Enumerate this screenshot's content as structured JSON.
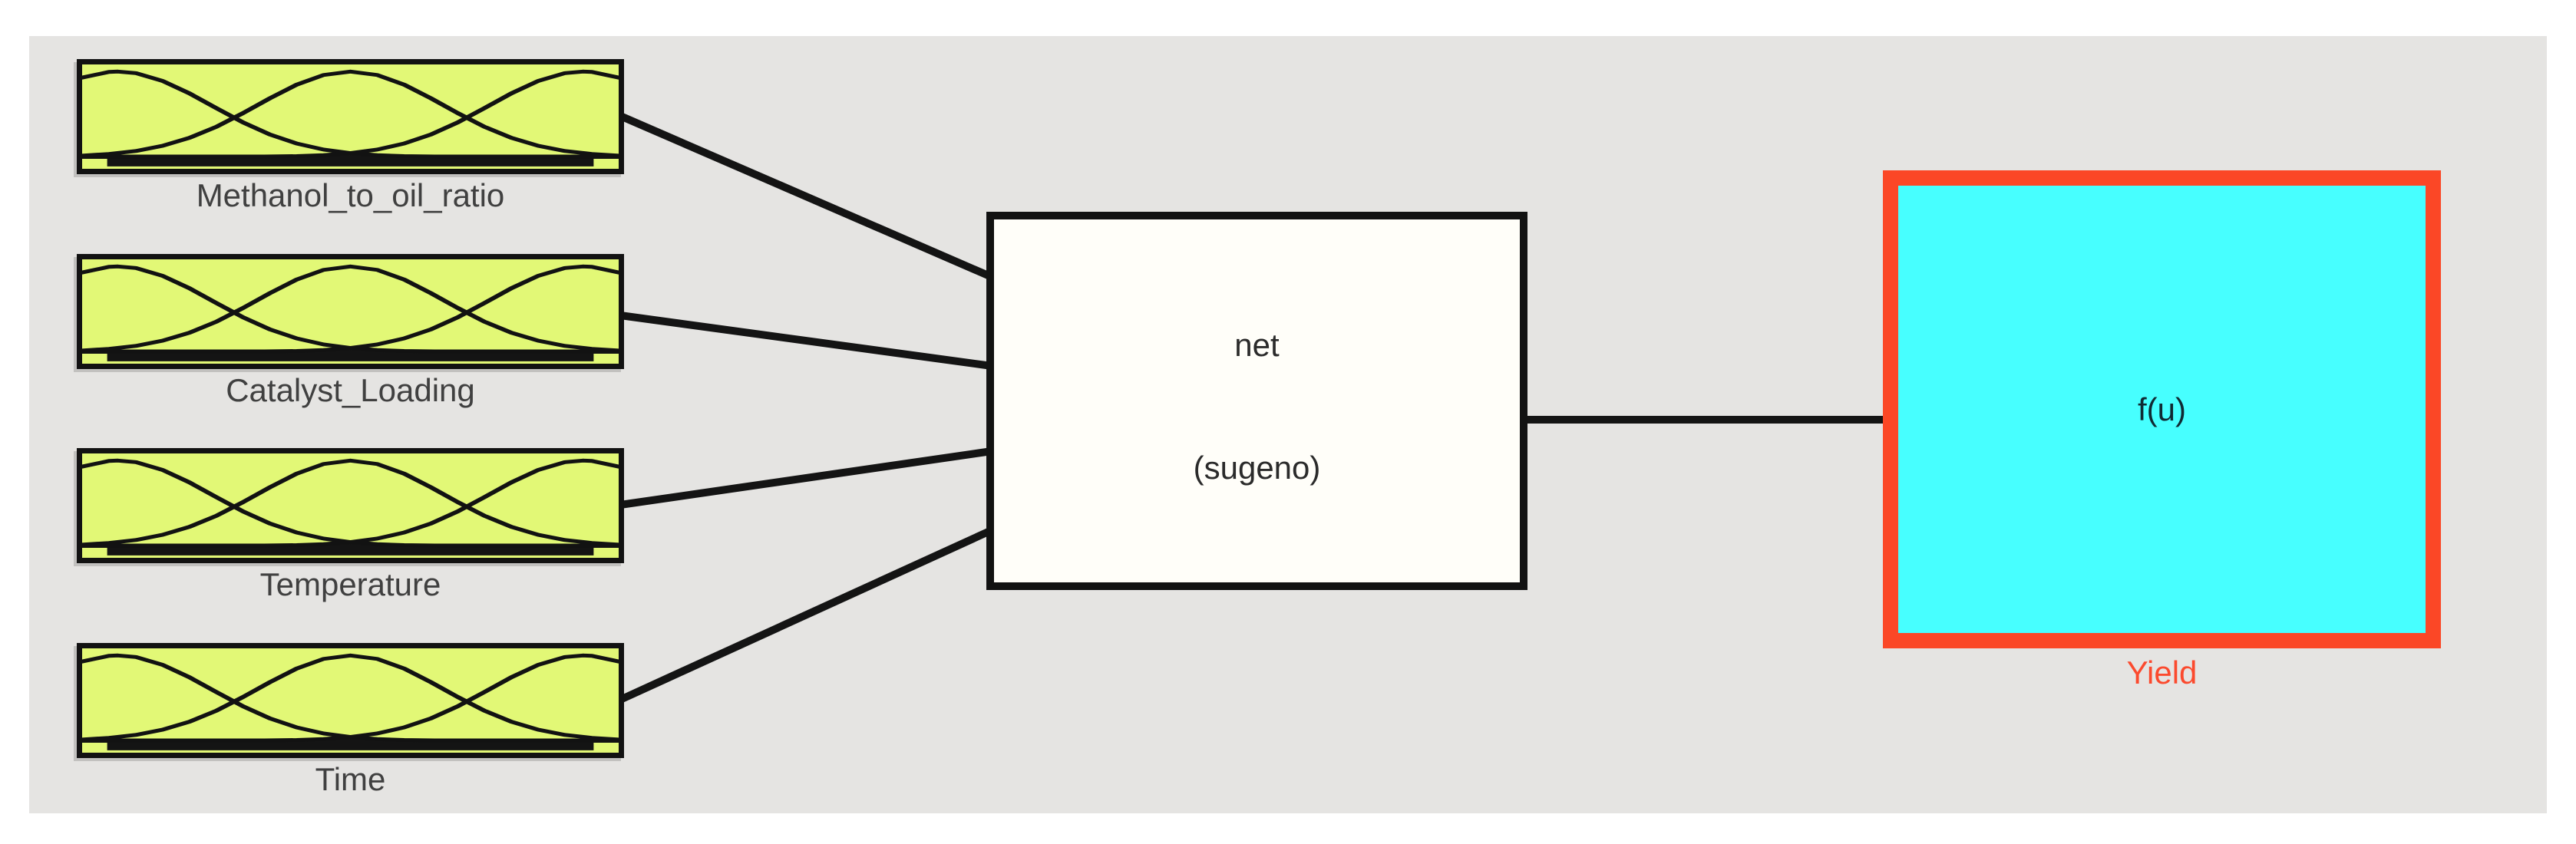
{
  "diagram": {
    "kind": "fuzzy-inference-system-structure",
    "panel_background": "#e5e4e2",
    "page_background": "#ffffff"
  },
  "nodes": {
    "inputs": [
      {
        "label": "Methanol_to_oil_ratio",
        "type": "input",
        "mf_count": 3
      },
      {
        "label": "Catalyst_Loading",
        "type": "input",
        "mf_count": 3
      },
      {
        "label": "Temperature",
        "type": "input",
        "mf_count": 3
      },
      {
        "label": "Time",
        "type": "input",
        "mf_count": 3
      }
    ],
    "fis": {
      "name": "net",
      "type_label": "(sugeno)"
    },
    "output": {
      "formula": "f(u)",
      "label": "Yield"
    }
  },
  "connections": [
    {
      "from": "Methanol_to_oil_ratio",
      "to": "net"
    },
    {
      "from": "Catalyst_Loading",
      "to": "net"
    },
    {
      "from": "Temperature",
      "to": "net"
    },
    {
      "from": "Time",
      "to": "net"
    },
    {
      "from": "net",
      "to": "Yield"
    }
  ],
  "colors": {
    "input_fill": "#e2f876",
    "input_border": "#121212",
    "fis_fill": "#fffef9",
    "fis_border": "#121212",
    "output_fill": "#47ffff",
    "output_border": "#fb4726",
    "output_label_text": "#fb4a2e",
    "wire": "#141414",
    "label_text": "#404040"
  },
  "icons": {
    "membership_functions": "three-gaussian-bell-curves"
  }
}
